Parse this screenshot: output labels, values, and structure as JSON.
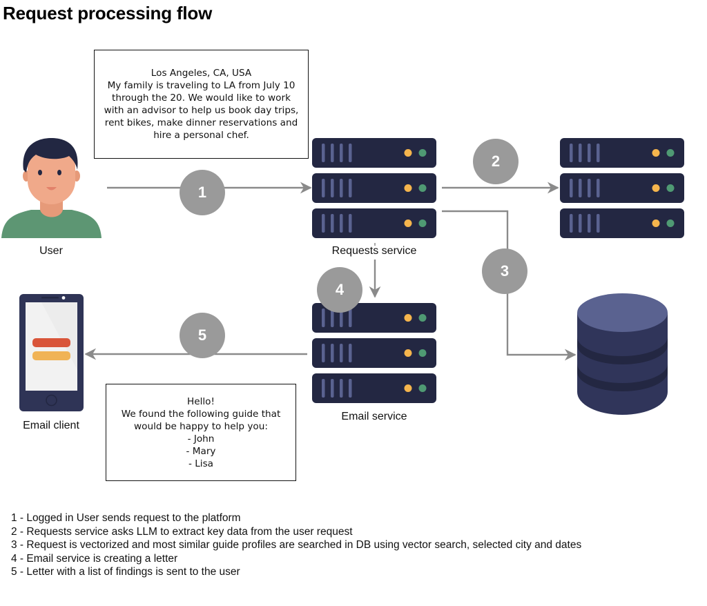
{
  "title": "Request processing flow",
  "notes": {
    "user_request": [
      "Los Angeles, CA, USA",
      "My family is traveling to LA from July 10",
      "through the 20. We would like to work",
      "with an advisor to help us book day trips,",
      "rent bikes, make dinner reservations and",
      "hire a personal chef."
    ],
    "email_letter": [
      "Hello!",
      "We found the following guide that",
      "would be happy to help you:",
      "- John",
      "- Mary",
      "- Lisa"
    ]
  },
  "nodes": {
    "user": {
      "label": "User",
      "icon": "user-avatar-icon"
    },
    "requests_service": {
      "label": "Requests service",
      "icon": "server-rack-icon"
    },
    "llm_service": {
      "label": "",
      "icon": "server-rack-icon"
    },
    "email_service": {
      "label": "Email service",
      "icon": "server-rack-icon"
    },
    "database": {
      "label": "",
      "icon": "database-icon"
    },
    "email_client": {
      "label": "Email client",
      "icon": "smartphone-icon"
    }
  },
  "steps": [
    "1",
    "2",
    "3",
    "4",
    "5"
  ],
  "legend": [
    "1 - Logged in User sends request to the platform",
    "2 - Requests service asks LLM to extract key data from the user request",
    "3 - Request is vectorized and most similar guide profiles are searched in DB using vector search, selected city and dates",
    "4 - Email service is creating a letter",
    "5 - Letter with a list of findings is sent to the user"
  ],
  "colors": {
    "server_body": "#232742",
    "server_slot": "#5a6290",
    "led_yellow": "#f5b54d",
    "led_green": "#4f9a73",
    "arrow": "#8a8a8a",
    "badge": "#9a9a9a",
    "db_top": "#5a6290",
    "db_body": "#30355a",
    "db_band": "#232742",
    "shirt": "#5d9673",
    "skin": "#f0a98a",
    "hair": "#222742"
  }
}
